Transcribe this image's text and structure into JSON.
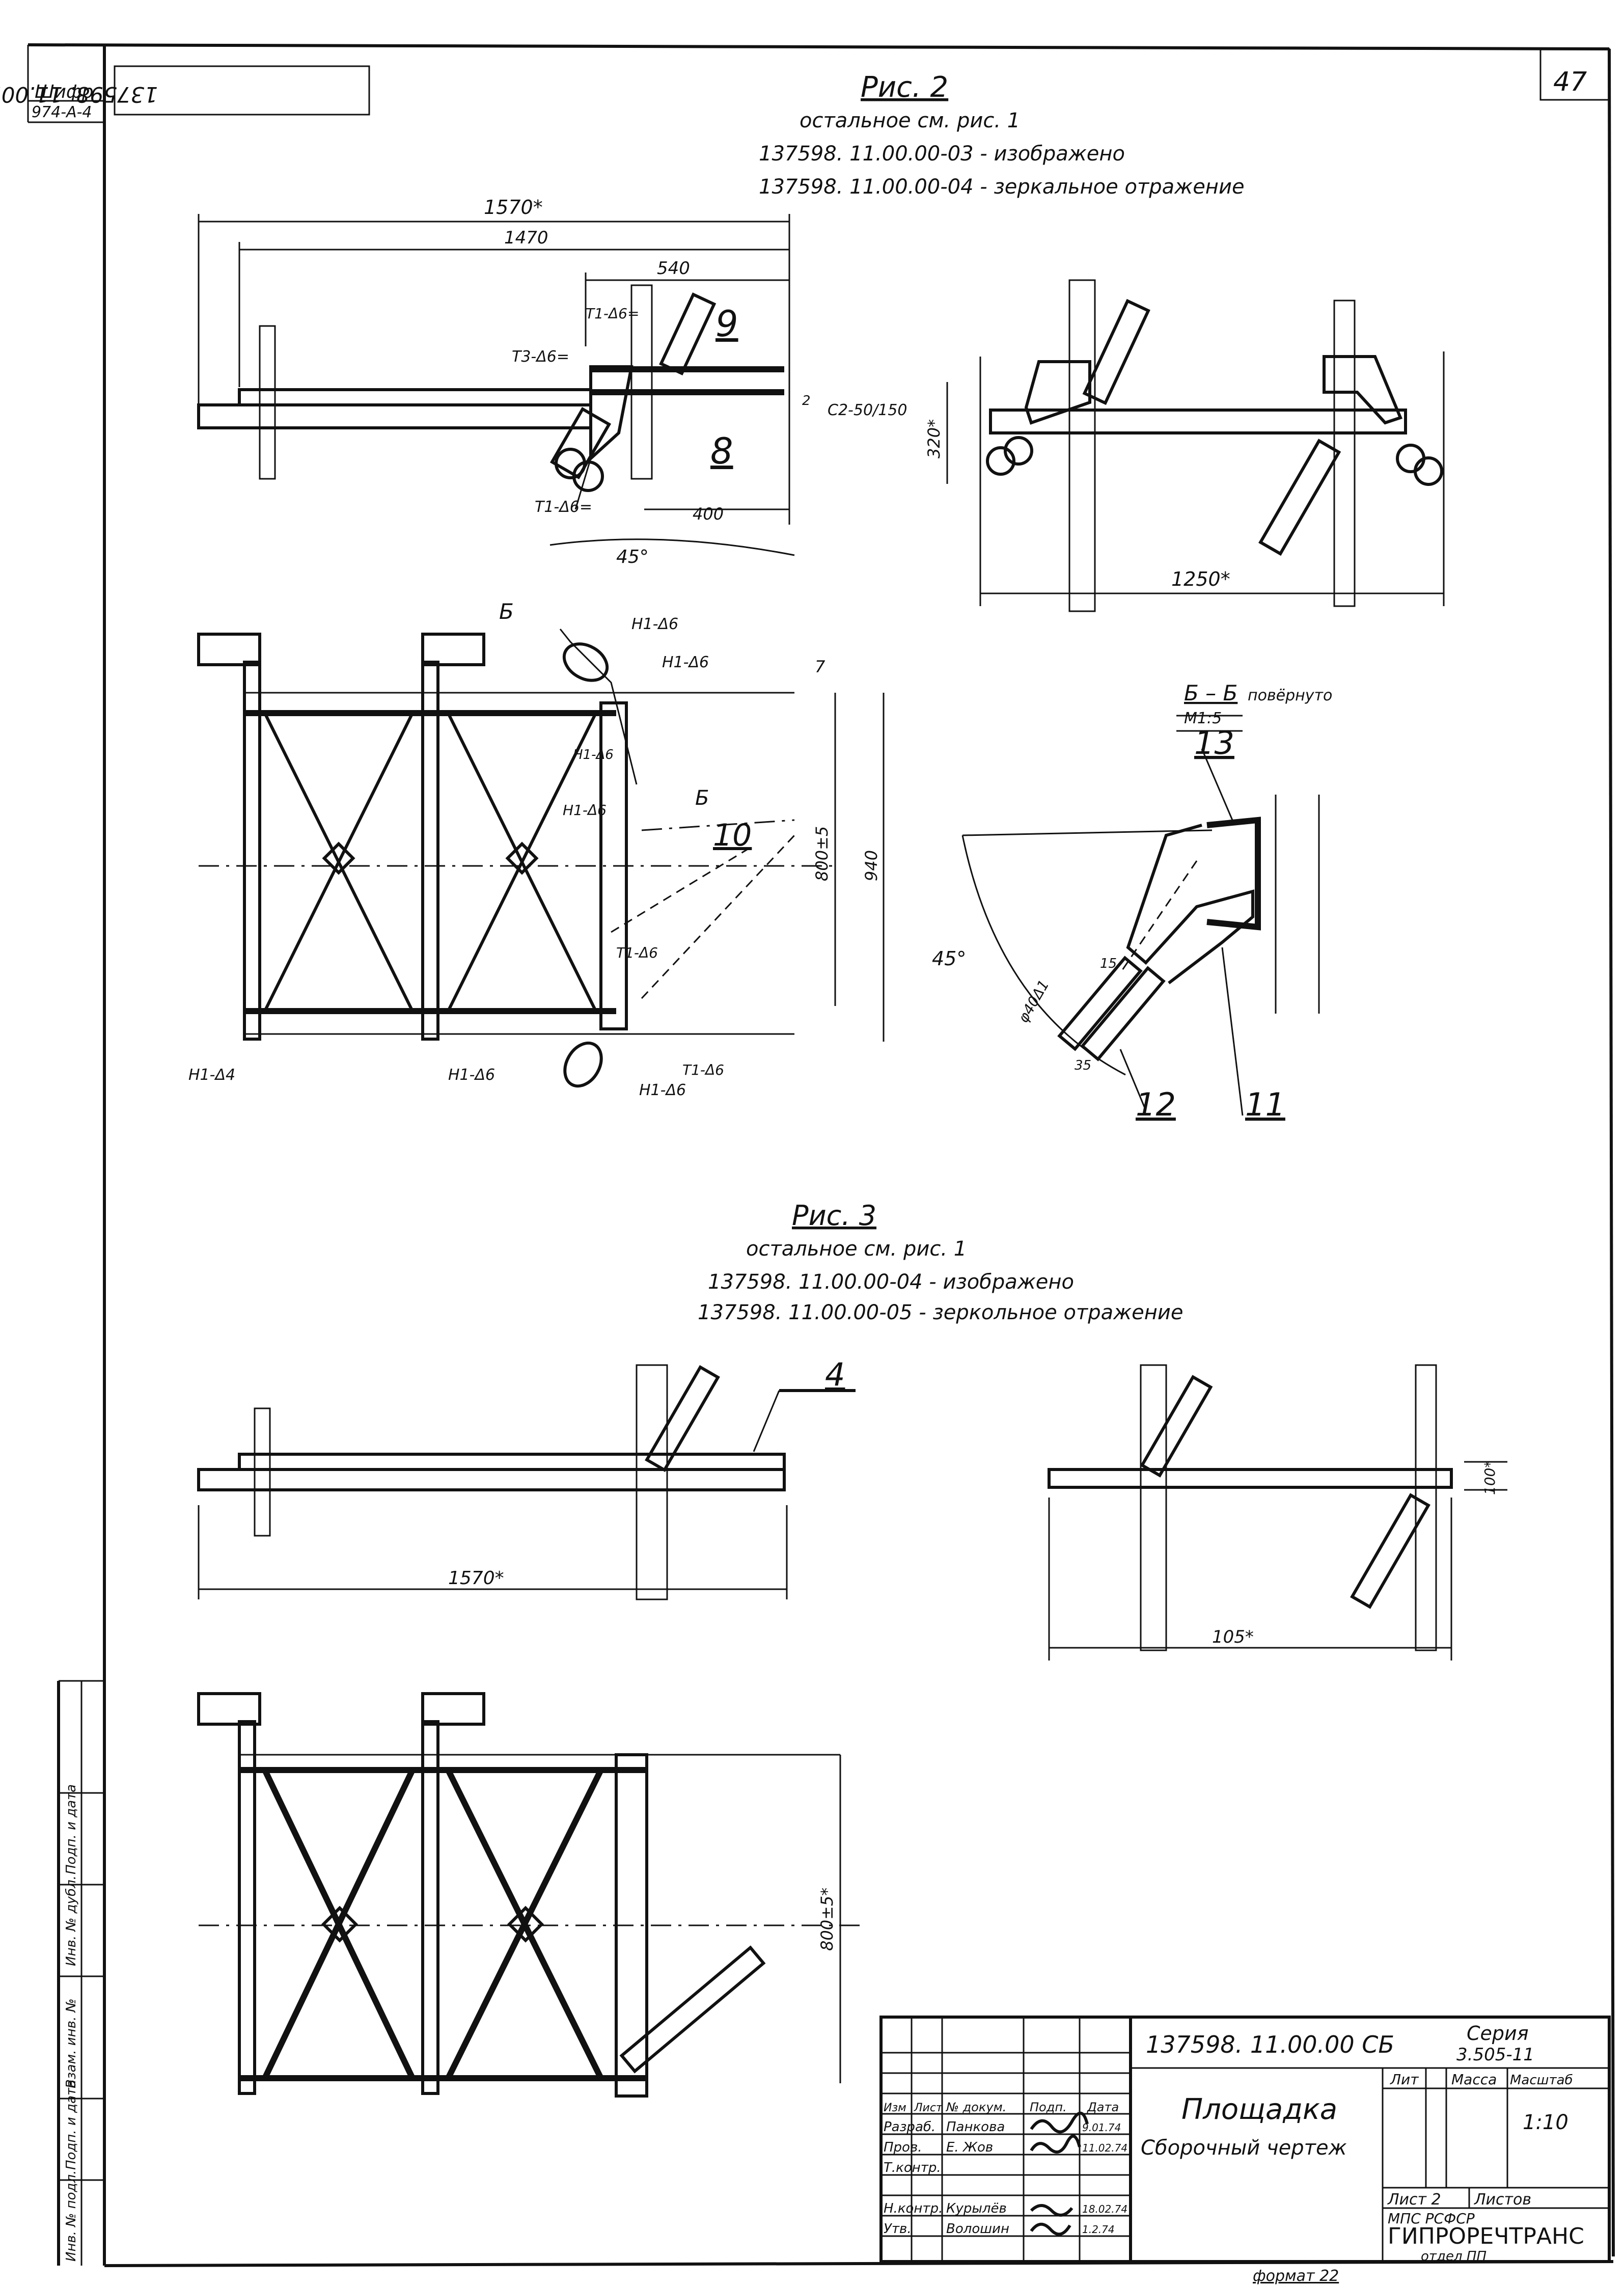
{
  "sheet": {
    "sheet_number": "47",
    "cipher_label": "Шифр",
    "cipher_value": "974-А-4",
    "mirrored_code": "137598. 11.00.00 СБ",
    "format_label": "формат 22"
  },
  "side_stamp": {
    "fields": [
      "Инв. № подл.",
      "Подп. и дата",
      "Взам. инв. №",
      "Инв. № дубл.",
      "Подп. и дата"
    ]
  },
  "fig2": {
    "title": "Рис. 2",
    "note": "остальное см. рис. 1",
    "line1": "137598. 11.00.00-03 - изображено",
    "line2": "137598. 11.00.00-04 - зеркальное отражение",
    "dims": {
      "d1570": "1570*",
      "d1470": "1470",
      "d540": "540",
      "d400": "400",
      "d320": "320*",
      "d1250": "1250*",
      "d940": "940",
      "d800": "800±5",
      "d7": "7",
      "angle45": "45°"
    },
    "welds": {
      "t1_top": "Т1-Δ6=",
      "t3": "Т3-Δ6=",
      "t1_bot": "Т1-Δ6=",
      "c2": "С2-50/150",
      "h1_a": "Н1-Δ6",
      "h1_b": "Н1-Δ6",
      "h1_c": "Н1-Δ6",
      "h1_d": "Н1-Δ6",
      "t1_mid": "Т1-Δ6",
      "h1_left": "Н1-Δ4",
      "h1_bl": "Н1-Δ6",
      "h1_br": "Н1-Δ6",
      "t1_br": "Т1-Δ6"
    },
    "leg2": "2",
    "section_mark": "Б",
    "callouts": {
      "c8": "8",
      "c9": "9",
      "c10": "10"
    }
  },
  "section_bb": {
    "title": "Б – Б",
    "suffix": "повёрнуто",
    "scale": "М1:5",
    "angle": "45°",
    "hole": "φ40Δ1",
    "d15": "15",
    "d35": "35",
    "callouts": {
      "c11": "11",
      "c12": "12",
      "c13": "13"
    }
  },
  "fig3": {
    "title": "Рис. 3",
    "note": "остальное см. рис. 1",
    "line1": "137598. 11.00.00-04 - изображено",
    "line2": "137598. 11.00.00-05 - зеркольное отражение",
    "dims": {
      "d1570": "1570*",
      "d100": "100*",
      "d105": "105*",
      "d800": "800±5*"
    },
    "callout4": "4"
  },
  "title_block": {
    "doc_code": "137598. 11.00.00 СБ",
    "series_label": "Серия",
    "series_value": "3.505-11",
    "name": "Площадка",
    "subname": "Сборочный чертеж",
    "col_lit": "Лит",
    "col_mass": "Масса",
    "col_scale": "Масштаб",
    "scale_value": "1:10",
    "sheet_label": "Лист 2",
    "sheets_label": "Листов",
    "org1": "МПС     РСФСР",
    "org2": "ГИПРОРЕЧТРАНС",
    "org3": "отдел ПП",
    "headers": [
      "Изм",
      "Лист",
      "№ докум.",
      "Подп.",
      "Дата"
    ],
    "rows": [
      {
        "role": "Разраб.",
        "name": "Панкова",
        "date": "9.01.74"
      },
      {
        "role": "Пров.",
        "name": "Е. Жов",
        "date": "11.02.74"
      },
      {
        "role": "Т.контр.",
        "name": "",
        "date": ""
      },
      {
        "role": "",
        "name": "",
        "date": ""
      },
      {
        "role": "Н.контр.",
        "name": "Курылёв",
        "date": "18.02.74"
      },
      {
        "role": "Утв.",
        "name": "Волошин",
        "date": "1.2.74"
      }
    ]
  }
}
